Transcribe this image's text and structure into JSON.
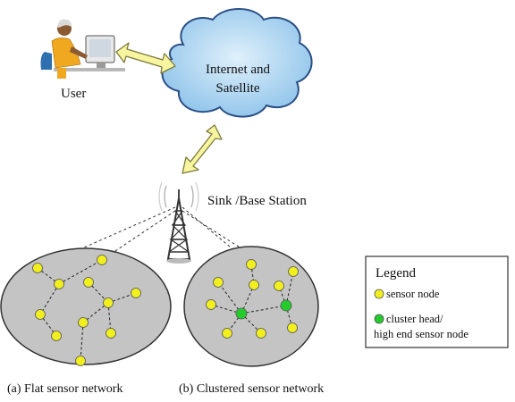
{
  "labels": {
    "user": "User",
    "internet_line1": "Internet and",
    "internet_line2": "Satellite",
    "sink": "Sink /Base Station",
    "flat": "(a) Flat sensor network",
    "clustered": "(b) Clustered sensor network"
  },
  "legend": {
    "title": "Legend",
    "sensor_node": "sensor node",
    "cluster_head_line1": "cluster head/",
    "cluster_head_line2": "high end sensor node"
  },
  "colors": {
    "cloud_fill": "#a9d3f0",
    "cloud_stroke": "#2a4f86",
    "field_fill": "#c4c4c4",
    "sensor_node": "#f2ef1e",
    "cluster_head": "#23cc2b",
    "arrow_fill": "#f7f5a0",
    "arrow_stroke": "#7c7a3a"
  },
  "icons": {
    "user": "person-at-computer-icon",
    "tower": "radio-tower-icon",
    "cloud": "cloud-icon"
  }
}
